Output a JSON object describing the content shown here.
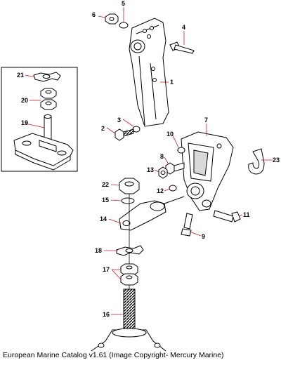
{
  "caption": "European Marine Catalog v1.61 (Image Copyright- Mercury Marine)",
  "callouts": [
    "1",
    "2",
    "3",
    "4",
    "5",
    "6",
    "7",
    "8",
    "9",
    "10",
    "11",
    "12",
    "13",
    "14",
    "15",
    "16",
    "17",
    "18",
    "19",
    "20",
    "21",
    "22",
    "23"
  ],
  "colors": {
    "line": "#000000",
    "accent": "#e0141c",
    "part_fill": "#ffffff",
    "shade": "#d9d9d9",
    "inset_border": "#000000"
  }
}
